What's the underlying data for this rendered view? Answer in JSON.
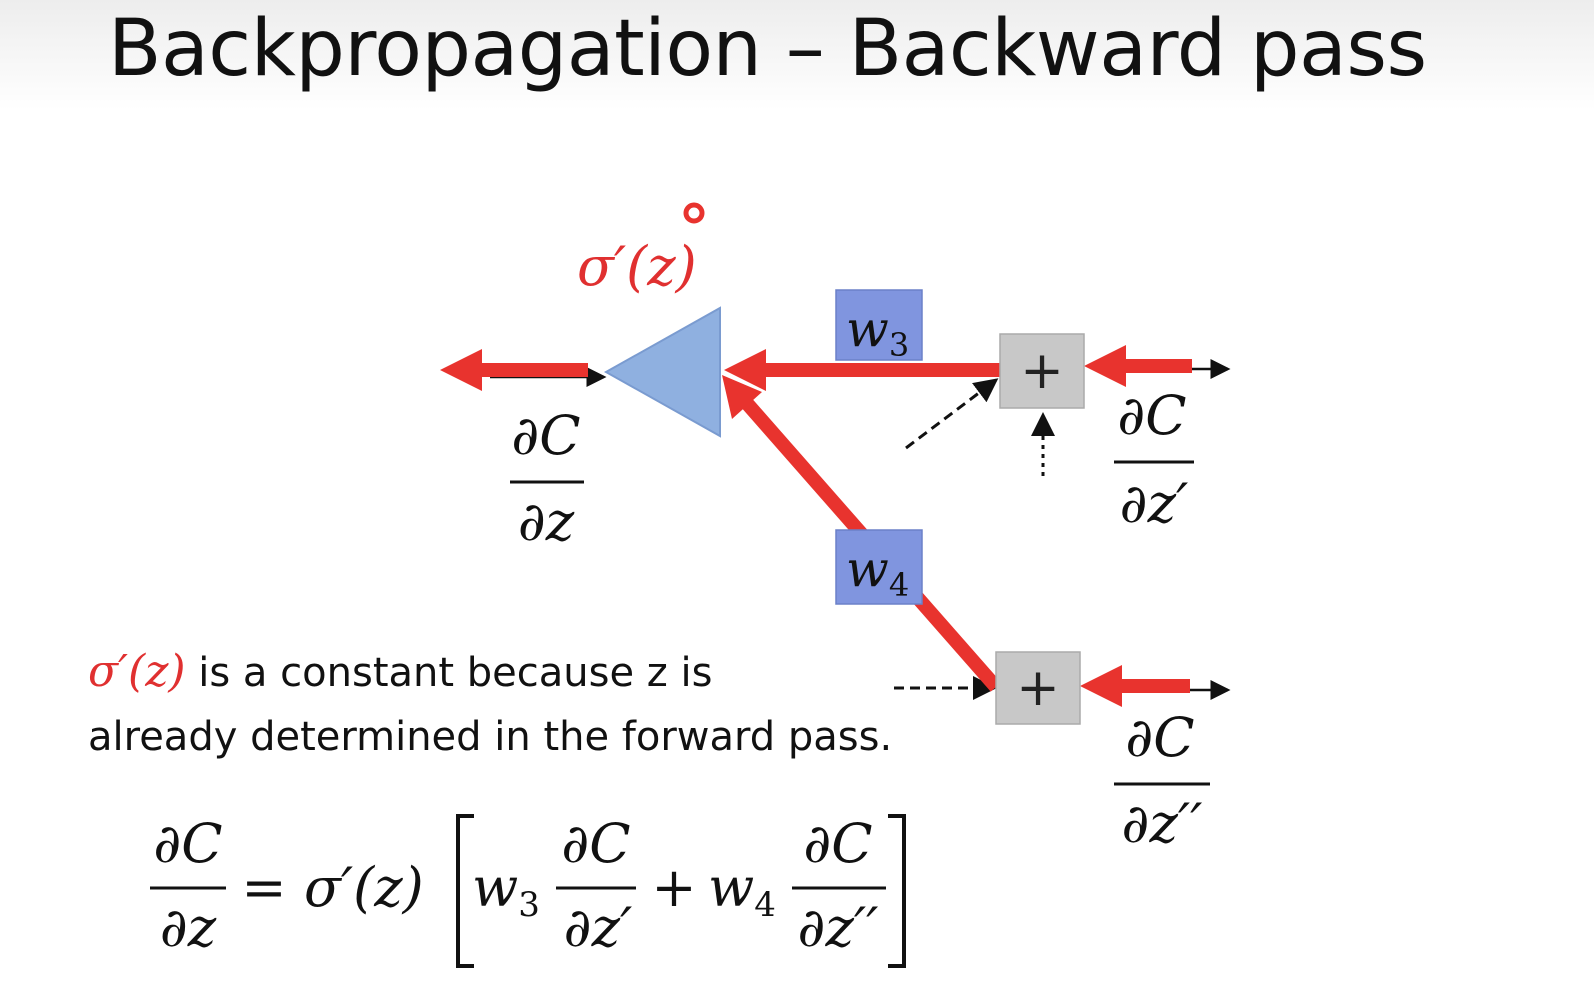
{
  "slide": {
    "title": "Backpropagation – Backward pass"
  },
  "diagram": {
    "activation_label": "σ′(z)",
    "weights": {
      "w3": "w",
      "w3_sub": "3",
      "w4": "w",
      "w4_sub": "4"
    },
    "adders": {
      "top": "+",
      "bottom": "+"
    },
    "grad_left": {
      "num": "∂C",
      "den": "∂z"
    },
    "grad_top_right": {
      "num": "∂C",
      "den": "∂z′"
    },
    "grad_bottom_right": {
      "num": "∂C",
      "den": "∂z′′"
    }
  },
  "note": {
    "sigma": "σ′(z)",
    "line1_rest": "is a constant because z is",
    "line2": "already determined in the forward pass."
  },
  "equation": {
    "lhs_num": "∂C",
    "lhs_den": "∂z",
    "equals": "=",
    "sigma": "σ′(z)",
    "w3": "w",
    "w3_sub": "3",
    "t1_num": "∂C",
    "t1_den": "∂z′",
    "plus": "+",
    "w4": "w",
    "w4_sub": "4",
    "t2_num": "∂C",
    "t2_den": "∂z′′"
  },
  "colors": {
    "arrow_red": "#e8332e",
    "neuron_blue": "#8fb0e0",
    "weight_box": "#8095df",
    "adder_box": "#c8c8c8"
  }
}
